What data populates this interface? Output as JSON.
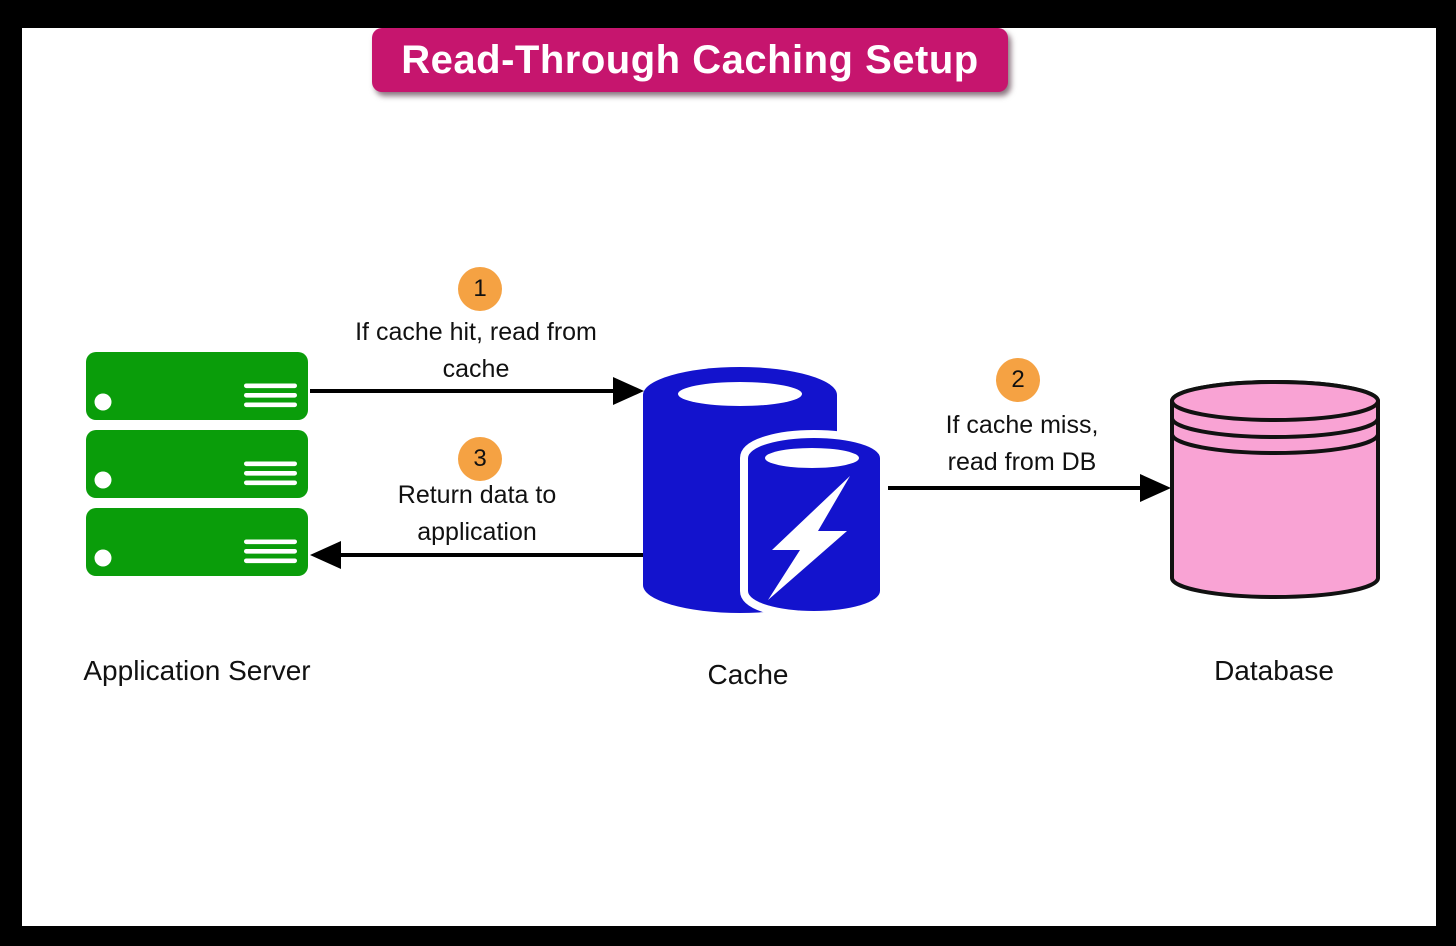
{
  "title": "Read-Through Caching Setup",
  "colors": {
    "frame": "#000000",
    "background": "#ffffff",
    "banner_pink": "#C6156E",
    "server_green": "#0A9D0A",
    "cache_blue": "#1313CD",
    "database_pink": "#F9A3D4",
    "step_orange": "#F5A243",
    "text": "#111111",
    "arrow": "#000000"
  },
  "nodes": {
    "app_server": {
      "label": "Application Server",
      "icon": "server-stack-icon"
    },
    "cache": {
      "label": "Cache",
      "icon": "cache-cylinders-lightning-icon"
    },
    "database": {
      "label": "Database",
      "icon": "database-cylinder-icon"
    }
  },
  "steps": [
    {
      "number": "1",
      "lines": [
        "If cache hit, read from",
        "cache"
      ],
      "from": "app_server",
      "to": "cache"
    },
    {
      "number": "2",
      "lines": [
        "If cache miss,",
        "read from DB"
      ],
      "from": "cache",
      "to": "database"
    },
    {
      "number": "3",
      "lines": [
        "Return data to",
        "application"
      ],
      "from": "cache",
      "to": "app_server"
    }
  ]
}
